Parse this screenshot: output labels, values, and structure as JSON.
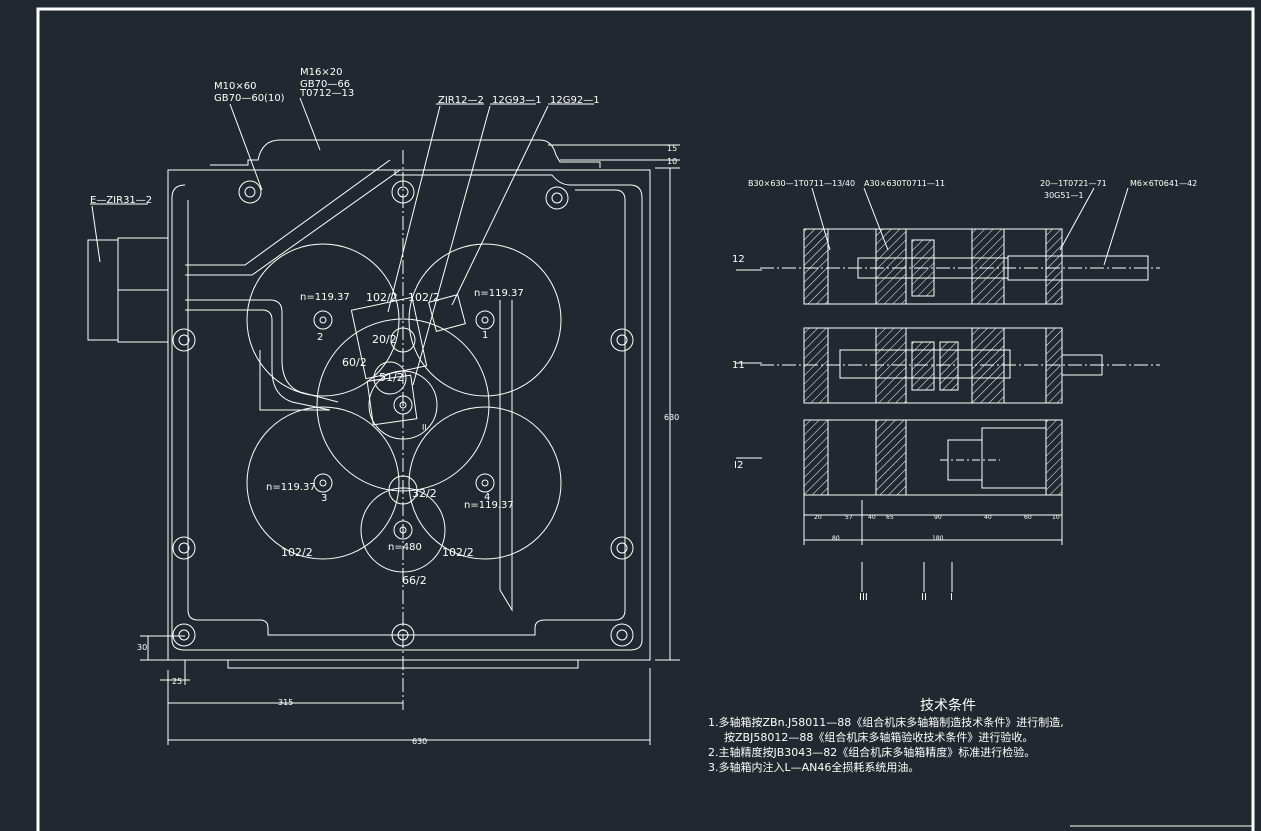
{
  "title_block_note": "",
  "front_view": {
    "labels": {
      "bolt_m10": "M10×60",
      "bolt_m10_std": "GB70—60(10)",
      "bolt_m16": "M16×20",
      "bolt_m16_std": "GB70—66",
      "bolt_m16_part": "T0712—13",
      "part_zir12": "ZIR12—2",
      "part_12g93": "12G93—1",
      "part_12g92": "12G92—1",
      "part_side": "E—ZIR31—2"
    },
    "speeds": {
      "shaft2": "n=119.37",
      "shaft1": "n=119.37",
      "shaft3": "n=119.37",
      "shaft4": "n=119.37",
      "main": "n=480"
    },
    "gears": {
      "g1": "102/2",
      "g2": "102/2",
      "g3": "20/2",
      "g4": "60/2",
      "g5": "51/2",
      "g6": "32/2",
      "g7": "102/2",
      "g8": "102/2",
      "g9": "66/2"
    },
    "shaft_numbers": {
      "s1": "1",
      "s2": "2",
      "s3": "3",
      "s4": "4",
      "s_ii": "II"
    },
    "dims": {
      "top15": "15",
      "top10": "10",
      "height630": "630",
      "left30": "30",
      "left25": "25",
      "half315": "315",
      "width630": "630"
    }
  },
  "section_view": {
    "labels": {
      "p1": "B30×630—1T0711—13/40",
      "p2": "A30×630T0711—11",
      "p3": "20—1T0721—71",
      "p3b": "30G51—1",
      "p4": "M6×6T0641—42"
    },
    "rows": {
      "r1": "12",
      "r2": "11",
      "r3": "I2"
    },
    "dims": {
      "d1": "20",
      "d2": "57",
      "d3": "40",
      "d4": "65",
      "d5": "90",
      "d6": "40",
      "d7": "60",
      "d8": "10",
      "total1": "80",
      "total2": "180"
    },
    "shaft_roman": {
      "a": "III",
      "b": "II",
      "c": "I"
    }
  },
  "tech_notes": {
    "heading": "技术条件",
    "line1": "1.多轴箱按ZBn.J58011—88《组合机床多轴箱制造技术条件》进行制造,",
    "line1b": "按ZBJ58012—88《组合机床多轴箱验收技术条件》进行验收。",
    "line2": "2.主轴精度按JB3043—82《组合机床多轴箱精度》标准进行检验。",
    "line3": "3.多轴箱内注入L—AN46全损耗系统用油。"
  }
}
